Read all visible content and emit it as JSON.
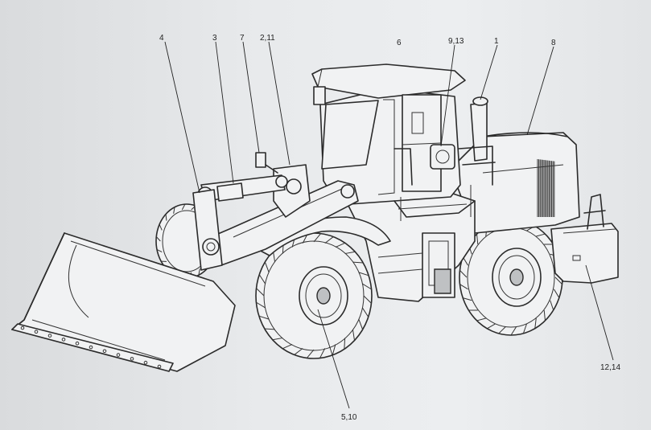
{
  "callouts": [
    {
      "id": "c4",
      "text": "4"
    },
    {
      "id": "c3",
      "text": "3"
    },
    {
      "id": "c7",
      "text": "7"
    },
    {
      "id": "c211",
      "text": "2,11"
    },
    {
      "id": "c6",
      "text": "6"
    },
    {
      "id": "c913",
      "text": "9,13"
    },
    {
      "id": "c1",
      "text": "1"
    },
    {
      "id": "c8",
      "text": "8"
    },
    {
      "id": "c1214",
      "text": "12,14"
    },
    {
      "id": "c510",
      "text": "5,10"
    }
  ],
  "colors": {
    "line": "#2b2b2b",
    "paper": "#e8eaec"
  }
}
